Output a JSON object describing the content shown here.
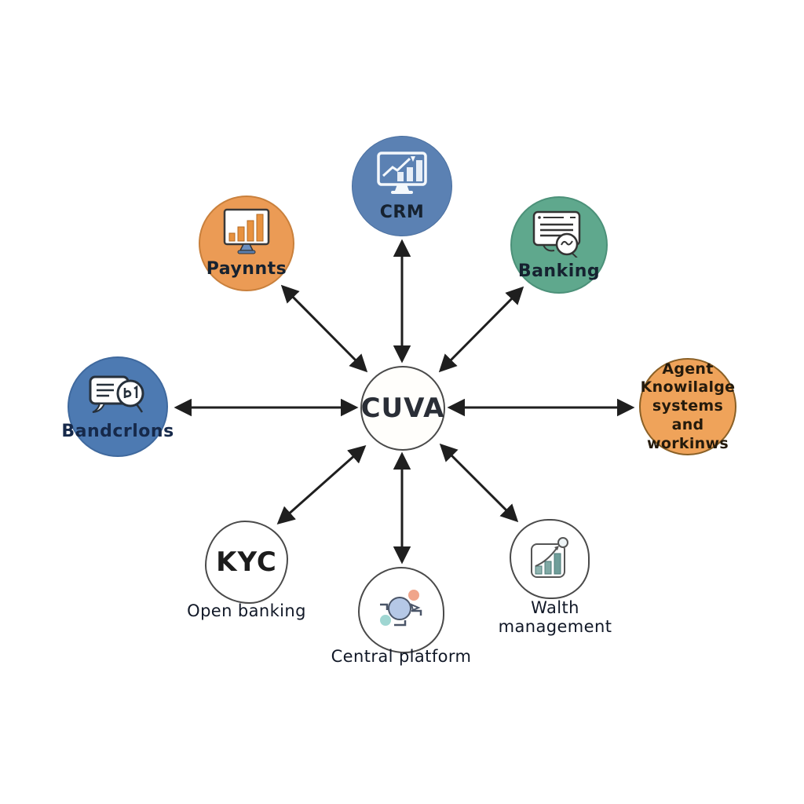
{
  "diagram_type": "hub-and-spoke",
  "center_node": {
    "label": "CUVA"
  },
  "nodes": {
    "crm": {
      "label": "CRM",
      "color": "#5b81b3",
      "icon": "monitor-line-chart-icon"
    },
    "payments": {
      "label": "Paynnts",
      "color": "#eb9b55",
      "icon": "monitor-bar-chart-icon"
    },
    "banking": {
      "label": "Banking",
      "color": "#5fa88d",
      "icon": "document-chat-icon"
    },
    "interactions": {
      "label": "Bandcrlons",
      "color": "#4d7ab2",
      "icon": "chat-bubbles-icon"
    },
    "agent_knowledge": {
      "lines": [
        "Agent",
        "Knowilalge",
        "systems and",
        "workinws"
      ],
      "color": "#efa35a"
    },
    "kyc": {
      "label": "KYC",
      "caption": "Open banking",
      "color": "#ffffff"
    },
    "central_platform": {
      "caption": "Central platform",
      "color": "#ffffff",
      "icon": "abstract-platform-icon"
    },
    "wealth_management": {
      "caption": "Walth management",
      "color": "#ffffff",
      "icon": "growth-chart-icon"
    }
  },
  "edges": [
    {
      "from": "CUVA",
      "to": "CRM",
      "bidirectional": true
    },
    {
      "from": "CUVA",
      "to": "Paynnts",
      "bidirectional": true
    },
    {
      "from": "CUVA",
      "to": "Banking",
      "bidirectional": true
    },
    {
      "from": "CUVA",
      "to": "Bandcrlons",
      "bidirectional": true
    },
    {
      "from": "CUVA",
      "to": "Agent Knowilalge systems and workinws",
      "bidirectional": true
    },
    {
      "from": "CUVA",
      "to": "KYC / Open banking",
      "bidirectional": true
    },
    {
      "from": "CUVA",
      "to": "Central platform",
      "bidirectional": true
    },
    {
      "from": "CUVA",
      "to": "Walth management",
      "bidirectional": true
    }
  ],
  "colors": {
    "arrow": "#1f1f1f",
    "background": "#ffffff",
    "outline": "#4a4a4a"
  }
}
